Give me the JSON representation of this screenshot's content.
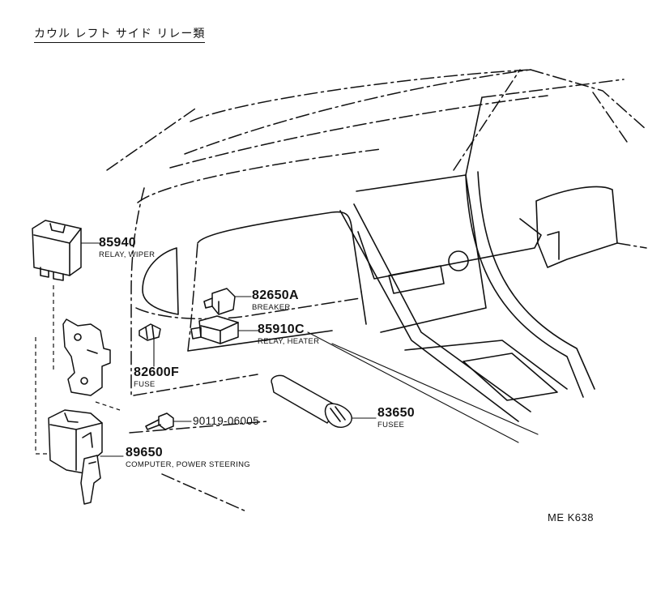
{
  "title": "カウル レフト サイド リレー類",
  "reference_code": "ME K638",
  "parts": [
    {
      "number": "85940",
      "name": "RELAY, WIPER"
    },
    {
      "number": "82650A",
      "name": "BREAKER"
    },
    {
      "number": "85910C",
      "name": "RELAY, HEATER"
    },
    {
      "number": "82600F",
      "name": "FUSE"
    },
    {
      "number": "83650",
      "name": "FUSEE"
    },
    {
      "number": "90119-06005",
      "name": ""
    },
    {
      "number": "89650",
      "name": "COMPUTER, POWER STEERING"
    }
  ]
}
